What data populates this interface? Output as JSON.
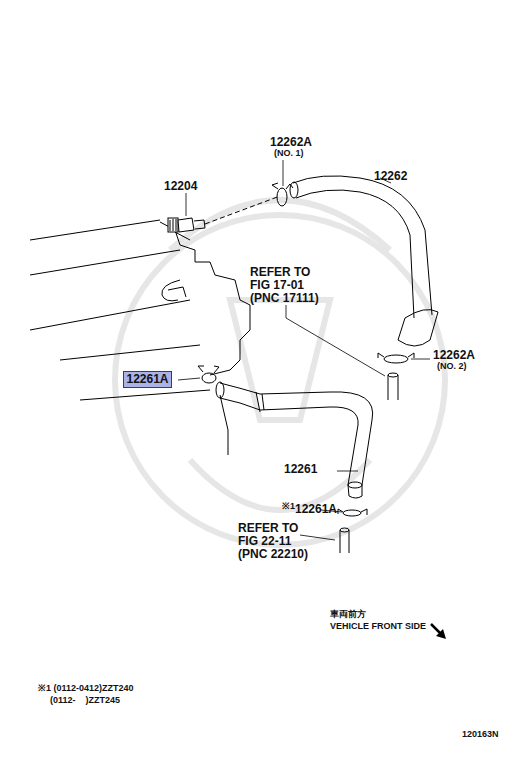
{
  "diagram": {
    "nodes": [
      {
        "text": [
          "12261A"
        ]
      }
    ],
    "labels": [
      "12262A",
      "(NO. 1)",
      "12204",
      "12262",
      "REFER TO FIG 17-01 (PNC 17111)",
      "12262A",
      "(NO. 2)",
      "12261",
      "※1",
      "12261A",
      "REFER TO FIG 22-11 (PNC 22210)",
      "車両前方",
      "VEHICLE FRONT SIDE",
      "※1 (0112-0412)ZZT240",
      "(0112-    )ZZT245",
      "120163N"
    ]
  }
}
